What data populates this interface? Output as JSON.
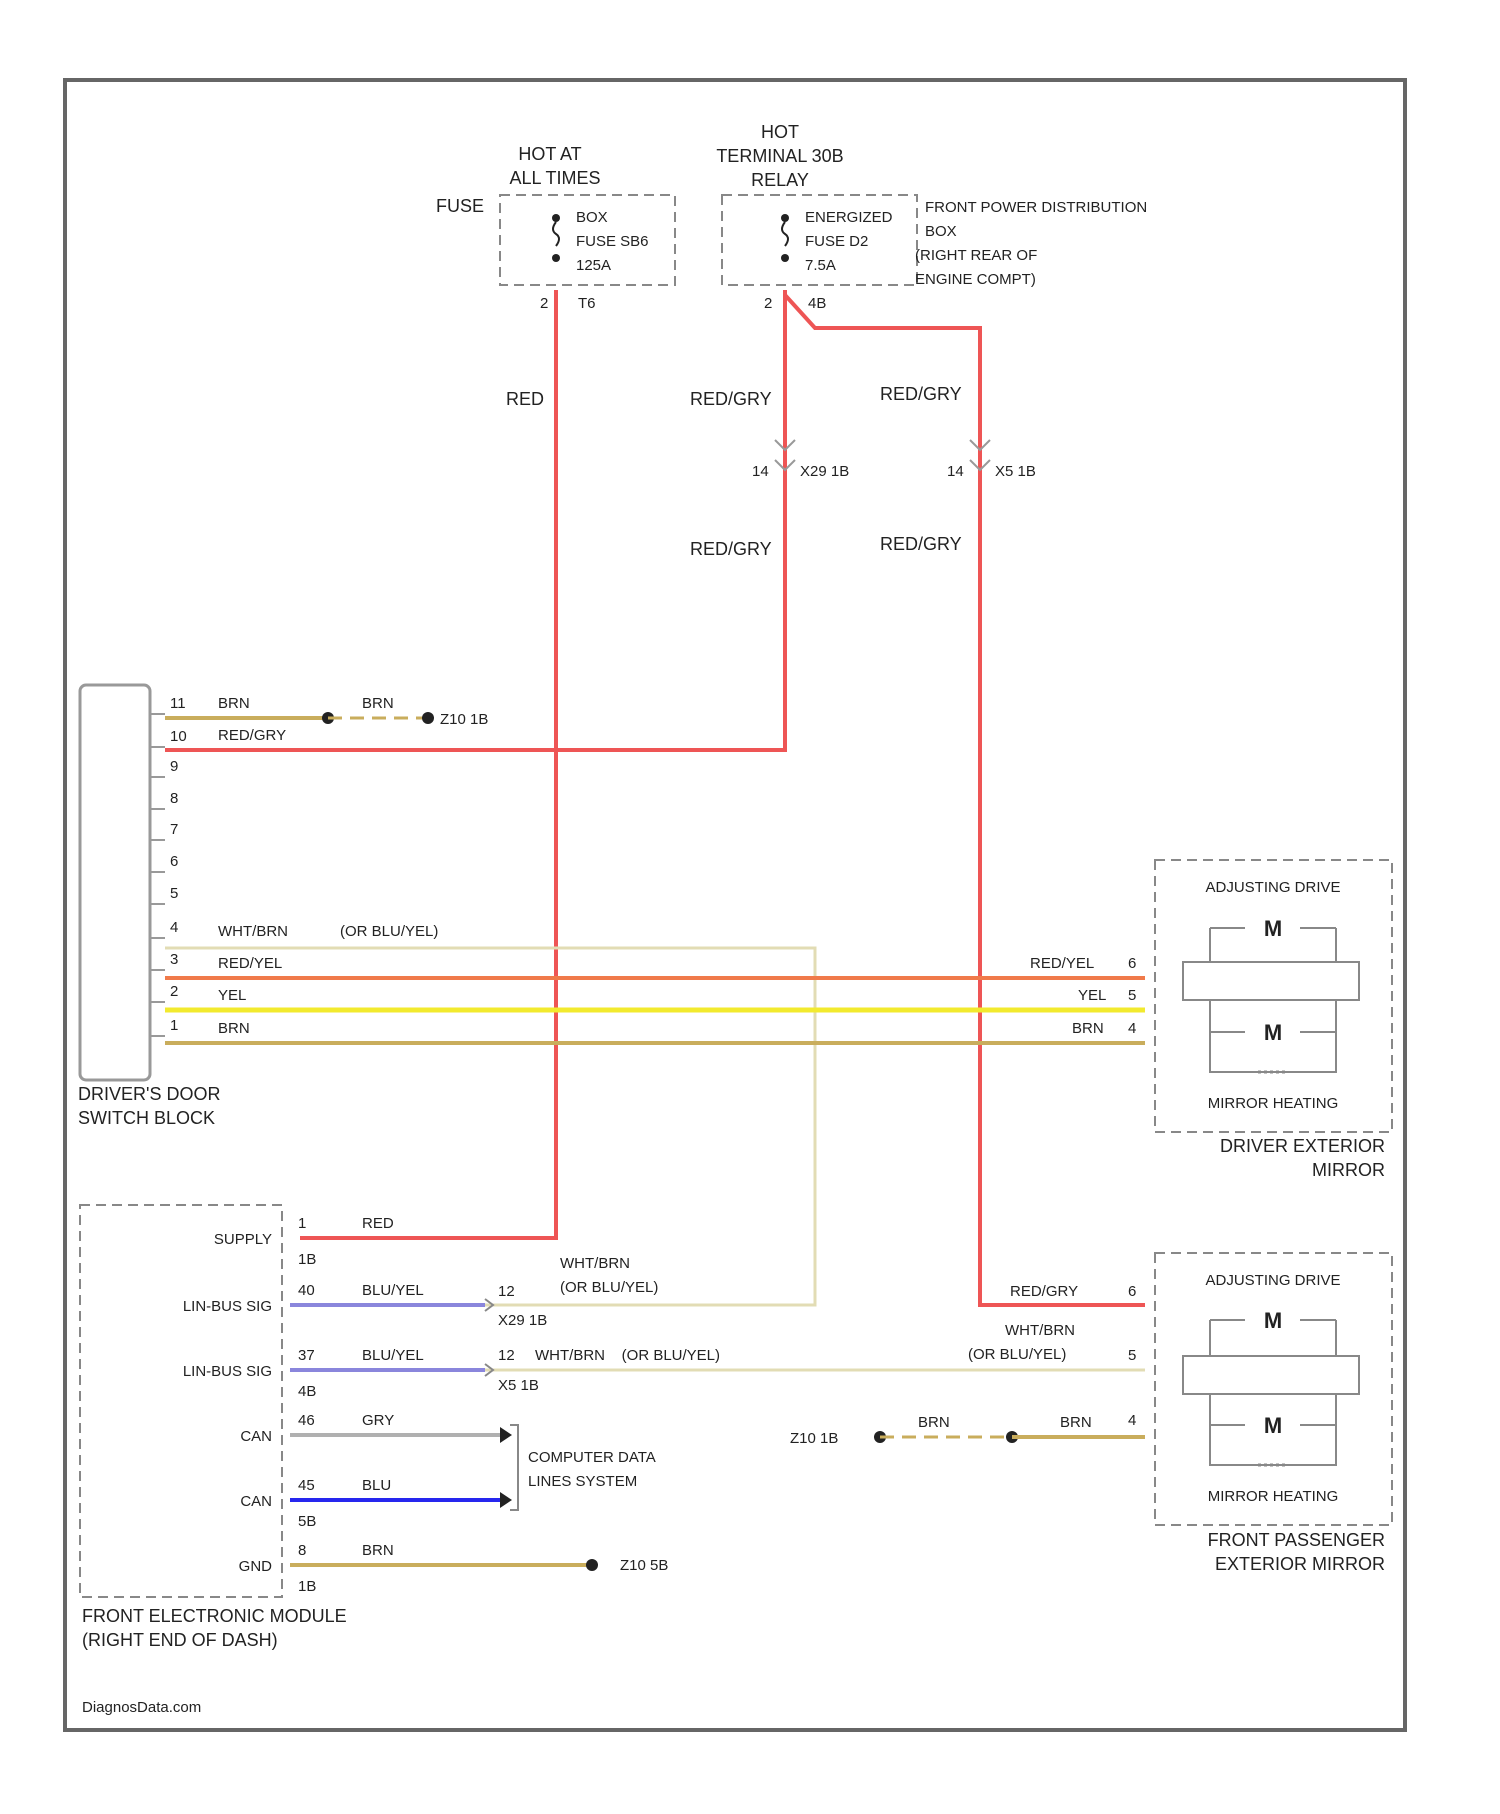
{
  "colors": {
    "red": "#ee5555",
    "red_yel": "#f07a4a",
    "yel": "#f2ea2e",
    "brn": "#c9ad5c",
    "wht_brn": "#e2dcb4",
    "blu_yel": "#8a86dc",
    "gry": "#b0b0b0",
    "blu": "#2626ee",
    "border": "#666666"
  },
  "fuses": {
    "hot_at_all_times": [
      "HOT AT",
      "ALL TIMES"
    ],
    "fuse_label": "FUSE",
    "fuse_sb6": [
      "BOX",
      "FUSE SB6",
      "125A"
    ],
    "sb6_pins": {
      "left": "2",
      "right": "T6"
    },
    "hot_terminal": [
      "HOT",
      "TERMINAL 30B",
      "RELAY"
    ],
    "fuse_d2": [
      "ENERGIZED",
      "FUSE D2",
      "7.5A"
    ],
    "d2_pins": {
      "left": "2",
      "right": "4B"
    },
    "power_box": [
      "FRONT POWER DISTRIBUTION",
      "BOX",
      "(RIGHT REAR OF",
      "ENGINE COMPT)"
    ]
  },
  "wires": {
    "red": "RED",
    "red_gry_1": "RED/GRY",
    "red_gry_2": "RED/GRY",
    "red_gry_3": "RED/GRY",
    "red_gry_4": "RED/GRY",
    "conn_1": {
      "pin": "14",
      "label": "X29 1B"
    },
    "conn_2": {
      "pin": "14",
      "label": "X5 1B"
    }
  },
  "switch_block": {
    "title": [
      "DRIVER'S DOOR",
      "SWITCH BLOCK"
    ],
    "pins": [
      "11",
      "10",
      "9",
      "8",
      "7",
      "6",
      "5",
      "4",
      "3",
      "2",
      "1"
    ],
    "wire_brn_1": "BRN",
    "wire_brn_2": "BRN",
    "ground_1": "Z10 1B",
    "wire_red_gry": "RED/GRY",
    "wire_wht_brn": "WHT/BRN",
    "wire_or_bluyel": "(OR BLU/YEL)",
    "wire_red_yel": "RED/YEL",
    "wire_yel": "YEL",
    "wire_brn_3": "BRN"
  },
  "driver_mirror": {
    "title": [
      "DRIVER EXTERIOR",
      "MIRROR"
    ],
    "adjusting_drive": "ADJUSTING DRIVE",
    "motor": "M",
    "mirror_heating": "MIRROR HEATING",
    "wire_red_yel": "RED/YEL",
    "wire_yel": "YEL",
    "wire_brn": "BRN",
    "pin_a": "6",
    "pin_b": "5",
    "pin_c": "4"
  },
  "passenger_mirror": {
    "title": [
      "FRONT PASSENGER",
      "EXTERIOR MIRROR"
    ],
    "adjusting_drive": "ADJUSTING DRIVE",
    "motor": "M",
    "mirror_heating": "MIRROR HEATING",
    "wire_red_gry": "RED/GRY",
    "wire_wht_brn": [
      "WHT/BRN",
      "(OR BLU/YEL)"
    ],
    "wire_brn_1": "BRN",
    "wire_brn_2": "BRN",
    "ground": "Z10 1B",
    "pin_a": "6",
    "pin_b": "5",
    "pin_c": "4"
  },
  "front_module": {
    "title": [
      "FRONT ELECTRONIC MODULE",
      "(RIGHT END OF DASH)"
    ],
    "rows": [
      {
        "label": "SUPPLY",
        "pin": "1",
        "sub": "1B",
        "wire": "RED"
      },
      {
        "label": "LIN-BUS SIG",
        "pin": "40",
        "sub": "",
        "wire": "BLU/YEL"
      },
      {
        "label": "LIN-BUS SIG",
        "pin": "37",
        "sub": "4B",
        "wire": "BLU/YEL"
      },
      {
        "label": "CAN",
        "pin": "46",
        "sub": "",
        "wire": "GRY"
      },
      {
        "label": "CAN",
        "pin": "45",
        "sub": "5B",
        "wire": "BLU"
      },
      {
        "label": "GND",
        "pin": "8",
        "sub": "1B",
        "wire": "BRN"
      }
    ],
    "lin1_wire_to_mirror": [
      "WHT/BRN",
      "(OR BLU/YEL)"
    ],
    "conn_x29": {
      "pin": "12",
      "label": "X29 1B"
    },
    "conn_x5": {
      "pin": "12",
      "label": "X5 1B"
    },
    "lin2_wire_to_mirror": "WHT/BRN    (OR BLU/YEL)",
    "computer_data": [
      "COMPUTER DATA",
      "LINES SYSTEM"
    ],
    "gnd_label": "Z10 5B"
  },
  "footer": "DiagnosData.com"
}
